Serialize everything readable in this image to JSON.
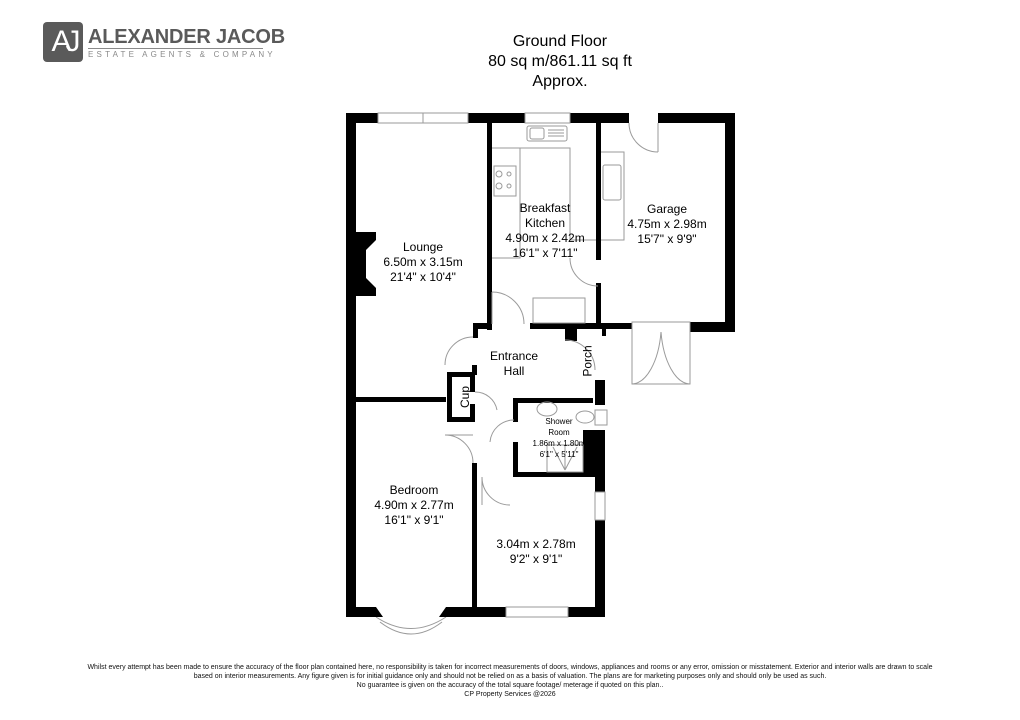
{
  "logo": {
    "monogram": "AJ",
    "name": "ALEXANDER JACOB",
    "tagline": "ESTATE AGENTS & COMPANY"
  },
  "header": {
    "floor": "Ground Floor",
    "area": "80 sq m/861.11 sq ft",
    "approx": "Approx."
  },
  "rooms": {
    "lounge": {
      "name": "Lounge",
      "metric": "6.50m x 3.15m",
      "imperial": "21'4\" x 10'4\""
    },
    "kitchen": {
      "name_line1": "Breakfast",
      "name_line2": "Kitchen",
      "metric": "4.90m x 2.42m",
      "imperial": "16'1\" x 7'11\""
    },
    "garage": {
      "name": "Garage",
      "metric": "4.75m x 2.98m",
      "imperial": "15'7\" x 9'9\""
    },
    "entrance_hall": {
      "name_line1": "Entrance",
      "name_line2": "Hall"
    },
    "porch": {
      "name": "Porch"
    },
    "cupboard": {
      "name": "Cup"
    },
    "shower_room": {
      "name_line1": "Shower",
      "name_line2": "Room",
      "metric": "1.86m x 1.80m",
      "imperial": "6'1\" x 5'11\""
    },
    "bedroom": {
      "name": "Bedroom",
      "metric": "4.90m x 2.77m",
      "imperial": "16'1\" x 9'1\""
    },
    "bedroom2": {
      "metric": "3.04m x 2.78m",
      "imperial": "9'2\" x 9'1\""
    }
  },
  "disclaimer": {
    "line1": "Whilst every attempt has been made to ensure the accuracy of the floor plan contained here, no responsibility is taken for incorrect measurements of doors, windows, appliances and rooms or any error, omission or misstatement. Exterior and interior walls are drawn to scale",
    "line2": "based on interior measurements. Any figure given is for initial guidance only and should not be relied on as a basis of valuation. The plans are for marketing purposes only and should only be used as such.",
    "line3": "No guarantee is given on the accuracy of the total square footage/ meterage if quoted on this plan..",
    "line4": "CP Property Services @2026"
  },
  "colors": {
    "wall": "#000000",
    "fixture": "#9a9a9a",
    "logo_grey": "#5a5a5a"
  }
}
